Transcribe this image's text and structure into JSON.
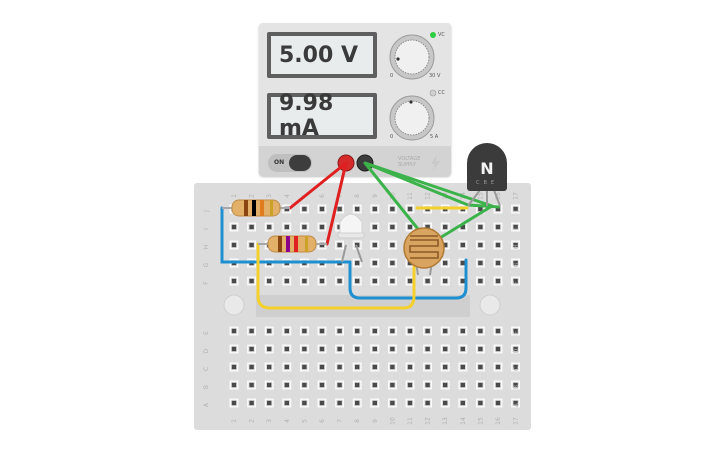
{
  "power_supply": {
    "voltage_display": "5.00 V",
    "current_display": "9.98 mA",
    "voltage_knob": {
      "min_label": "0",
      "max_label": "30 V"
    },
    "current_knob": {
      "min_label": "0",
      "max_label": "5 A"
    },
    "cv_label": "VC",
    "cc_label": "CC",
    "cv_led_color": "#2ecc40",
    "power_switch_label": "ON",
    "brand_line1": "VOLTAGE",
    "brand_line2": "SUPPLY",
    "positive_terminal_color": "#d62a2a",
    "negative_terminal_color": "#3c3c3c"
  },
  "transistor": {
    "type_label": "N",
    "pin_labels": "CBE"
  },
  "breadboard": {
    "row_labels_top": [
      "J",
      "I",
      "H",
      "G",
      "F"
    ],
    "row_labels_bottom": [
      "E",
      "D",
      "C",
      "B",
      "A"
    ],
    "column_labels": [
      "1",
      "2",
      "3",
      "4",
      "5",
      "6",
      "7",
      "8",
      "9",
      "10",
      "11",
      "12",
      "13",
      "14",
      "15",
      "16",
      "17"
    ]
  },
  "wire_colors": {
    "red": "#e02020",
    "green": "#3bb34a",
    "blue": "#1e8fd0",
    "yellow": "#f4d02b"
  }
}
